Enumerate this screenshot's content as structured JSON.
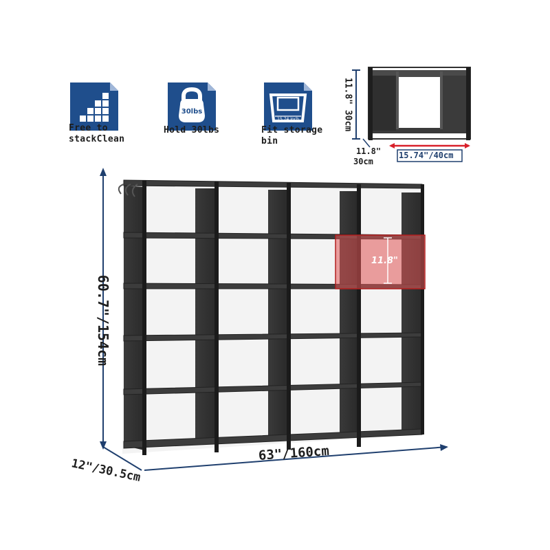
{
  "features": [
    {
      "icon": "stack-icon",
      "label_lines": [
        "Free to",
        "stackClean"
      ]
    },
    {
      "icon": "kettlebell-icon",
      "label_lines": [
        "Hold 30lbs"
      ],
      "badge": "30lbs"
    },
    {
      "icon": "storage-bin-icon",
      "label_lines": [
        "Fit storage",
        "bin"
      ],
      "badge": "15.74 inch"
    }
  ],
  "cube": {
    "height_label": "11.8\" 30cm",
    "depth_inch": "11.8\"",
    "depth_cm": "30cm",
    "width_label": "15.74\"/40cm"
  },
  "shelf": {
    "height_label": "60.7\"/154cm",
    "width_label": "63\"/160cm",
    "depth_label": "12\"/30.5cm",
    "cube_label": "11.8\"",
    "columns": 4,
    "rows": 5
  },
  "colors": {
    "icon_blue": "#1f4e8c",
    "dim_blue": "#1f3f6e",
    "dim_red": "#d8202a",
    "highlight_red": "#e05353"
  }
}
